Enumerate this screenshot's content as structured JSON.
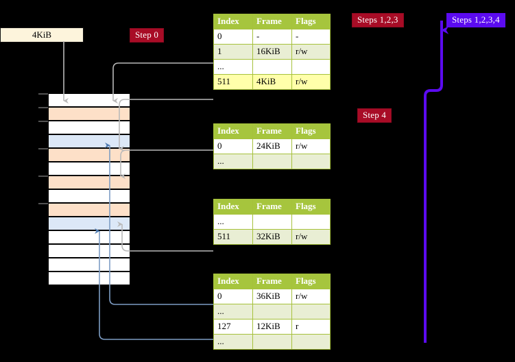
{
  "diagram": {
    "title_badges": {
      "step0": "Step 0",
      "step4": "Step 4",
      "steps123": "Steps 1,2,3",
      "steps1234": "Steps 1,2,3,4"
    },
    "frame_box": {
      "label": "4KiB"
    },
    "colors": {
      "badge_red": "#a80c26",
      "badge_blue": "#5b0bf0",
      "table_header_green": "#a6c53d",
      "table_row_tint": "#e9eed4",
      "highlight_yellow": "#ffffaa",
      "memory_orange": "#fde0c8",
      "memory_blue": "#dce8f7",
      "frame_box_cream": "#fdf4dc",
      "connector_gray": "#b9b9b9",
      "connector_blue": "#7d9dc4"
    }
  },
  "memory": {
    "name": "physical-memory-column",
    "cells": [
      {
        "index": 0,
        "fill": "white"
      },
      {
        "index": 1,
        "fill": "orange"
      },
      {
        "index": 2,
        "fill": "white"
      },
      {
        "index": 3,
        "fill": "blue"
      },
      {
        "index": 4,
        "fill": "orange"
      },
      {
        "index": 5,
        "fill": "white"
      },
      {
        "index": 6,
        "fill": "orange"
      },
      {
        "index": 7,
        "fill": "white"
      },
      {
        "index": 8,
        "fill": "orange"
      },
      {
        "index": 9,
        "fill": "blue"
      },
      {
        "index": 10,
        "fill": "white"
      },
      {
        "index": 11,
        "fill": "white"
      },
      {
        "index": 12,
        "fill": "white"
      },
      {
        "index": 13,
        "fill": "white"
      }
    ]
  },
  "tables": [
    {
      "id": "pml4",
      "headers": [
        "Index",
        "Frame",
        "Flags"
      ],
      "rows": [
        {
          "style": "white",
          "cells": [
            "0",
            "-",
            "-"
          ]
        },
        {
          "style": "tint",
          "cells": [
            "1",
            "16KiB",
            "r/w"
          ]
        },
        {
          "style": "white",
          "cells": [
            "...",
            "",
            ""
          ]
        },
        {
          "style": "hl",
          "cells": [
            "511",
            "4KiB",
            "r/w"
          ]
        }
      ]
    },
    {
      "id": "pdpt",
      "headers": [
        "Index",
        "Frame",
        "Flags"
      ],
      "rows": [
        {
          "style": "white",
          "cells": [
            "0",
            "24KiB",
            "r/w"
          ]
        },
        {
          "style": "tint",
          "cells": [
            "...",
            "",
            ""
          ]
        }
      ]
    },
    {
      "id": "pd",
      "headers": [
        "Index",
        "Frame",
        "Flags"
      ],
      "rows": [
        {
          "style": "white",
          "cells": [
            "...",
            "",
            ""
          ]
        },
        {
          "style": "tint",
          "cells": [
            "511",
            "32KiB",
            "r/w"
          ]
        }
      ]
    },
    {
      "id": "pt",
      "headers": [
        "Index",
        "Frame",
        "Flags"
      ],
      "rows": [
        {
          "style": "white",
          "cells": [
            "0",
            "36KiB",
            "r/w"
          ]
        },
        {
          "style": "tint",
          "cells": [
            "...",
            "",
            ""
          ]
        },
        {
          "style": "white",
          "cells": [
            "127",
            "12KiB",
            "r"
          ]
        },
        {
          "style": "tint",
          "cells": [
            "...",
            "",
            ""
          ]
        }
      ]
    }
  ]
}
